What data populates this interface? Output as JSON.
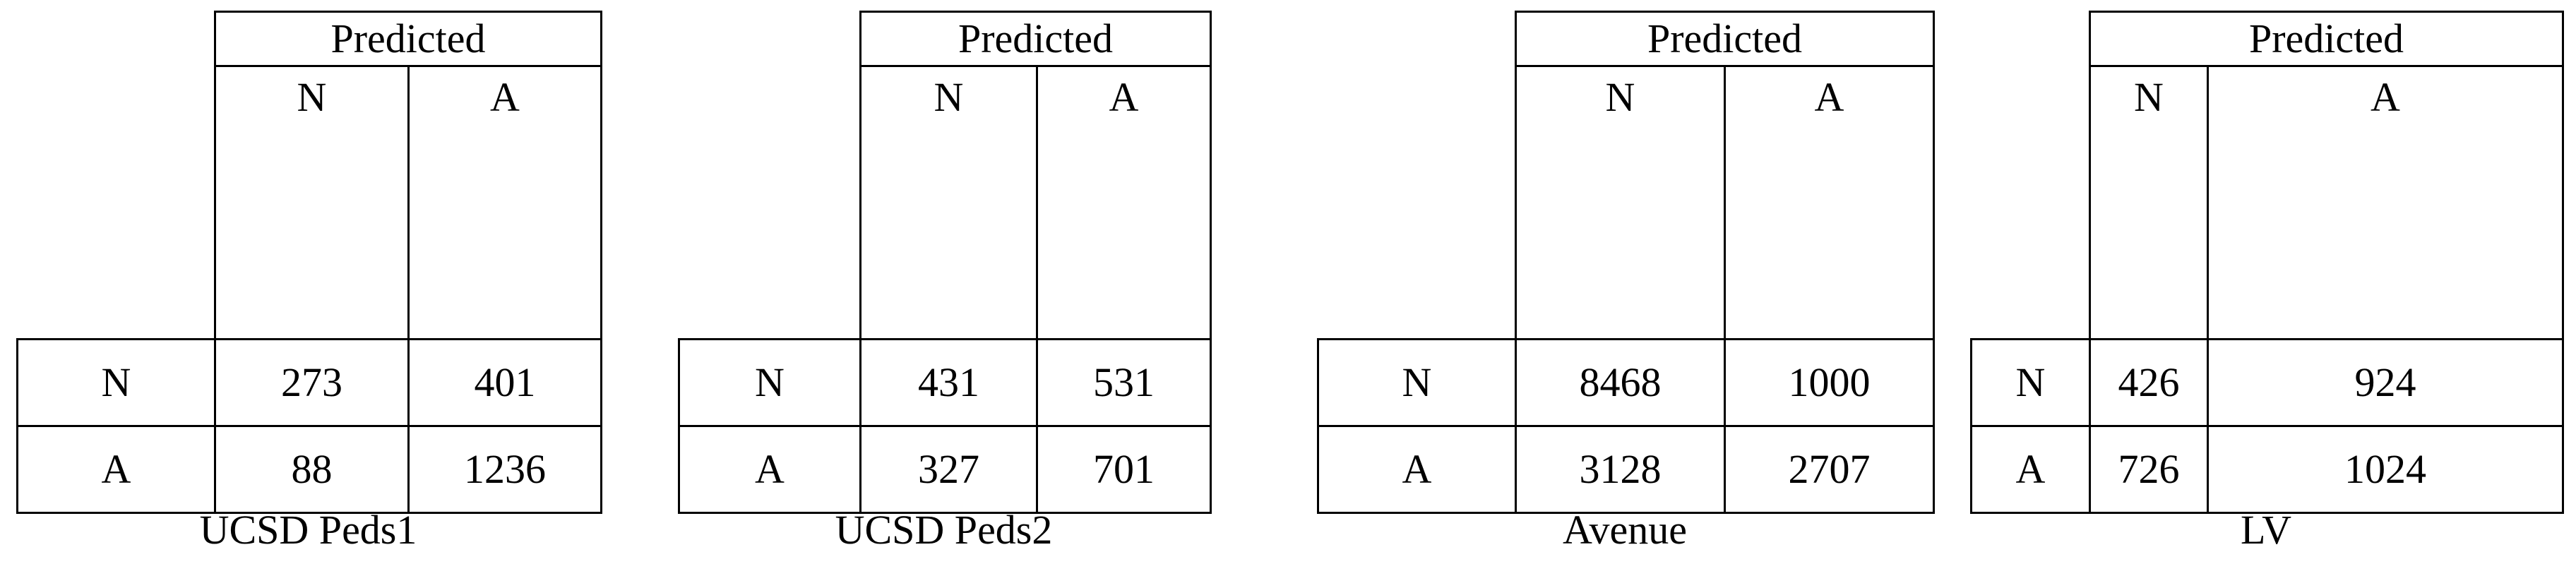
{
  "figure": {
    "predicted_header_label": "Predicted",
    "class_labels": [
      "N",
      "A"
    ],
    "ink_color": "#000000",
    "background_color": "#ffffff"
  },
  "matrices": [
    {
      "caption": "UCSD Peds1",
      "col_header_n": "N",
      "col_header_a": "A",
      "predicted": "Predicted",
      "row0_label": "N",
      "row0_n": "273",
      "row0_a": "401",
      "row1_label": "A",
      "row1_n": "88",
      "row1_a": "1236"
    },
    {
      "caption": "UCSD Peds2",
      "col_header_n": "N",
      "col_header_a": "A",
      "predicted": "Predicted",
      "row0_label": "N",
      "row0_n": "431",
      "row0_a": "531",
      "row1_label": "A",
      "row1_n": "327",
      "row1_a": "701"
    },
    {
      "caption": "Avenue",
      "col_header_n": "N",
      "col_header_a": "A",
      "predicted": "Predicted",
      "row0_label": "N",
      "row0_n": "8468",
      "row0_a": "1000",
      "row1_label": "A",
      "row1_n": "3128",
      "row1_a": "2707"
    },
    {
      "caption": "LV",
      "col_header_n": "N",
      "col_header_a": "A",
      "predicted": "Predicted",
      "row0_label": "N",
      "row0_n": "426",
      "row0_a": "924",
      "row1_label": "A",
      "row1_n": "726",
      "row1_a": "1024"
    }
  ],
  "chart_data": {
    "type": "table",
    "title": "",
    "description": "Four 2x2 confusion matrices, rows = actual class, columns = Predicted class",
    "row_header_label": "",
    "column_group_label": "Predicted",
    "categories": [
      "N",
      "A"
    ],
    "panels": [
      {
        "name": "UCSD Peds1",
        "columns": [
          "N",
          "A"
        ],
        "rows": [
          "N",
          "A"
        ],
        "values": [
          [
            273,
            401
          ],
          [
            88,
            1236
          ]
        ]
      },
      {
        "name": "UCSD Peds2",
        "columns": [
          "N",
          "A"
        ],
        "rows": [
          "N",
          "A"
        ],
        "values": [
          [
            431,
            531
          ],
          [
            327,
            701
          ]
        ]
      },
      {
        "name": "Avenue",
        "columns": [
          "N",
          "A"
        ],
        "rows": [
          "N",
          "A"
        ],
        "values": [
          [
            8468,
            1000
          ],
          [
            3128,
            2707
          ]
        ]
      },
      {
        "name": "LV",
        "columns": [
          "N",
          "A"
        ],
        "rows": [
          "N",
          "A"
        ],
        "values": [
          [
            426,
            924
          ],
          [
            726,
            1024
          ]
        ]
      }
    ]
  }
}
